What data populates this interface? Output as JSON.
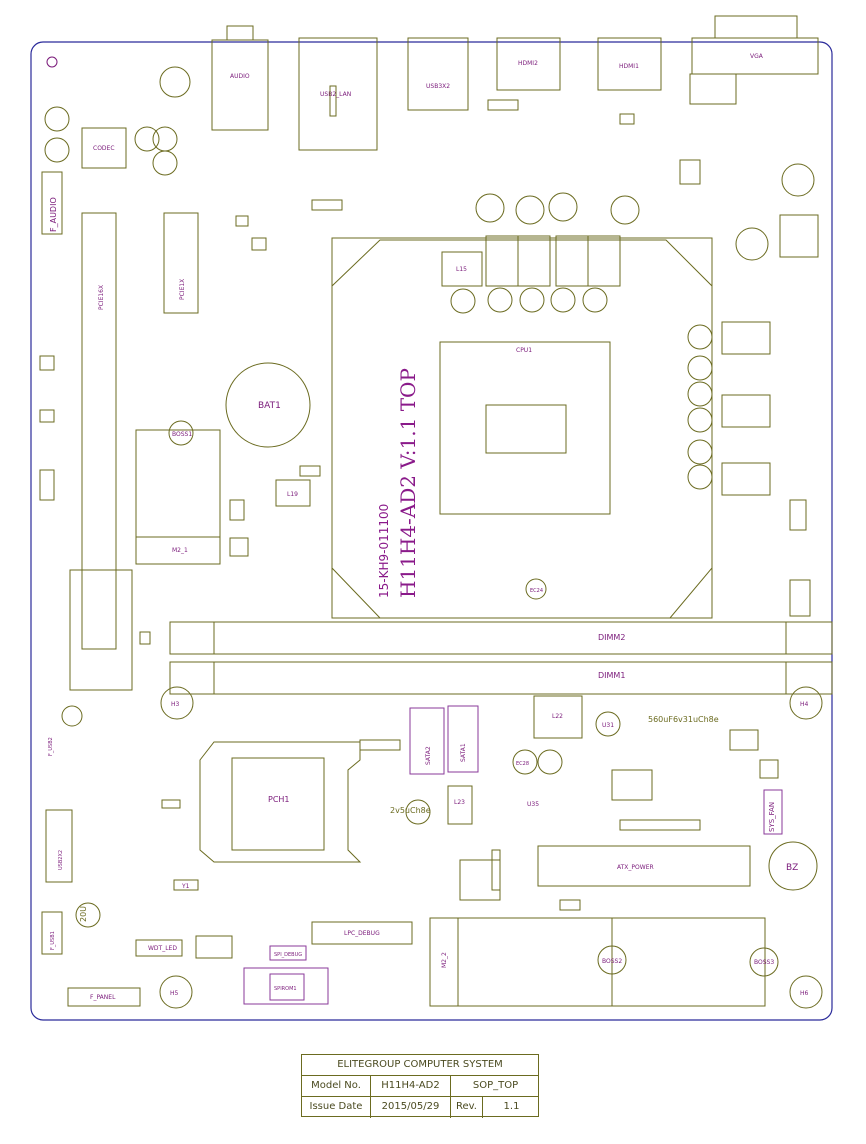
{
  "colors": {
    "board_outline": "#2a2a9a",
    "silkscreen": "#6b6b20",
    "label": "#7a1a7a",
    "background": "#ffffff"
  },
  "title_block": {
    "company": "ELITEGROUP COMPUTER SYSTEM",
    "model_label": "Model No.",
    "model_value": "H11H4-AD2",
    "side_value": "SOP_TOP",
    "date_label": "Issue Date",
    "date_value": "2015/05/29",
    "rev_label": "Rev.",
    "rev_value": "1.1"
  },
  "board": {
    "main_title": "H11H4-AD2 V:1.1 TOP",
    "part_number": "15-KH9-011100"
  },
  "connectors": {
    "audio": "AUDIO",
    "usb2_lan": "USB2_LAN",
    "usb3x2": "USB3X2",
    "hdmi2": "HDMI2",
    "hdmi1": "HDMI1",
    "vga": "VGA",
    "codec": "CODEC",
    "f_audio": "F_AUDIO",
    "pcie16x": "PCIE16X",
    "pcie1x": "PCIE1X",
    "bat1": "BAT1",
    "cpu1": "CPU1",
    "boss1": "BOSS1",
    "m2_1": "M2_1",
    "l19": "L19",
    "dimm2": "DIMM2",
    "dimm1": "DIMM1",
    "h3": "H3",
    "h4": "H4",
    "h5": "H5",
    "h6": "H6",
    "pch1": "PCH1",
    "sata1": "SATA1",
    "sata2": "SATA2",
    "l22": "L22",
    "l23": "L23",
    "u31": "U31",
    "u35": "U35",
    "cap_note_1": "560uF6v31uCh8e",
    "cap_note_2": "2v5uCh8e",
    "sys_fan": "SYS_FAN",
    "atx_power": "ATX_POWER",
    "bz": "BZ",
    "f_usb2": "F_USB2",
    "usb2x2": "USB2X2",
    "f_usb1": "F_USB1",
    "f_panel": "F_PANEL",
    "wdt_led": "WDT_LED",
    "spi_debug": "SPI_DEBUG",
    "spirom1": "SPIROM1",
    "lpc_debug": "LPC_DEBUG",
    "m2_2": "M2_2",
    "boss2": "BOSS2",
    "boss3": "BOSS3",
    "ec24": "EC24",
    "ec28": "EC28",
    "l15": "L15",
    "y1": "Y1",
    "cap_20u": "20U"
  }
}
